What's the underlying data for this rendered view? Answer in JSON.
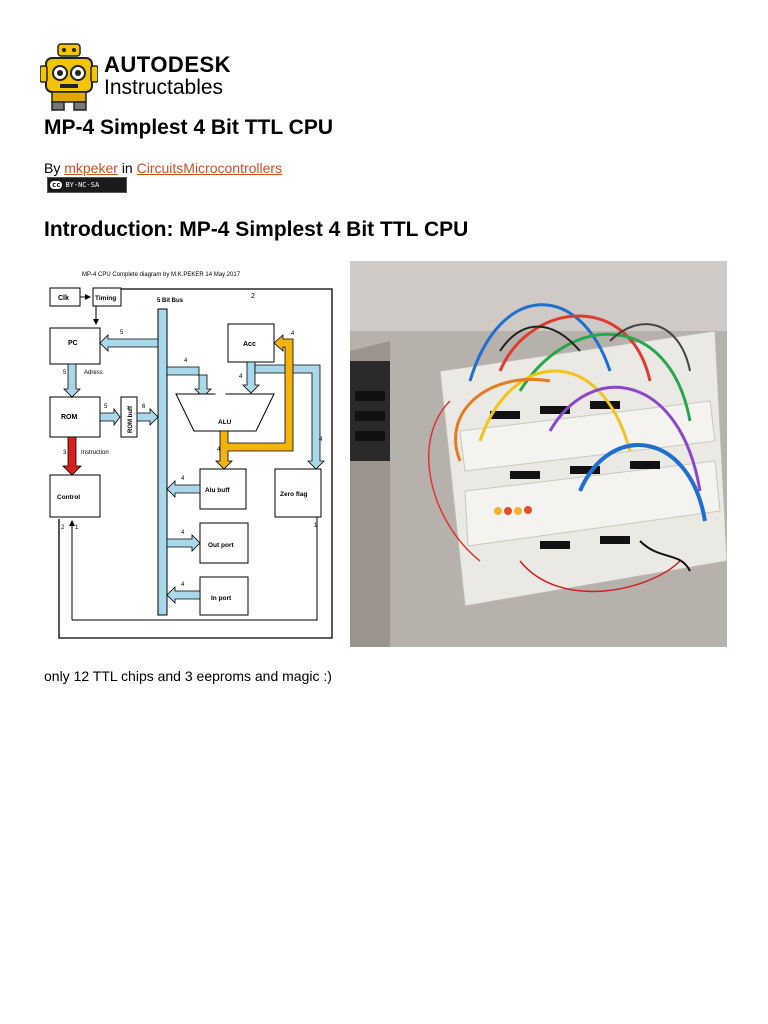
{
  "brand": {
    "top": "AUTODESK",
    "bottom": "Instructables"
  },
  "title": "MP-4 Simplest 4 Bit TTL CPU",
  "byline": {
    "by": "By",
    "author": "mkpeker",
    "in": "in",
    "category": "CircuitsMicrocontrollers"
  },
  "license": {
    "cc": "cc",
    "text": "BY-NC-SA"
  },
  "intro_title": "Introduction: MP-4 Simplest 4 Bit TTL CPU",
  "diagram": {
    "title": "MP-4  CPU Complete diagram by M.K.PEKER 14 May 2017",
    "bus_label": "5 Bit Bus",
    "blocks": {
      "clk": "Clk",
      "timing": "Timing",
      "pc": "PC",
      "rom": "ROM",
      "rom_buff": "ROM buff",
      "control": "Control",
      "acc": "Acc",
      "alu": "ALU",
      "alu_buff": "Alu buff",
      "zero_flag": "Zero flag",
      "out_port": "Out port",
      "in_port": "In port"
    },
    "labels": {
      "adress": "Adress",
      "instruction": "Instruction"
    },
    "numbers": {
      "n2_top": "2",
      "n5_pc": "5",
      "n5_adress": "5",
      "n5_rom": "5",
      "n6": "6",
      "n3": "3",
      "n4_alu_in": "4",
      "n4_acc_out": "4",
      "n4_acc_in": "4",
      "n4_zero": "4",
      "n4_alubuff_in": "4",
      "n4_alubuff": "4",
      "n4_out": "4",
      "n4_in": "4",
      "n2_ctrl": "2",
      "n1_ctrl": "1",
      "n1_zero": "1"
    }
  },
  "caption": "only 12 TTL chips and 3 eeproms and magic :)",
  "colors": {
    "link": "#d0521b",
    "bus": "#a9d8ea",
    "acc_path": "#f3b20e",
    "instruction": "#d62020"
  }
}
